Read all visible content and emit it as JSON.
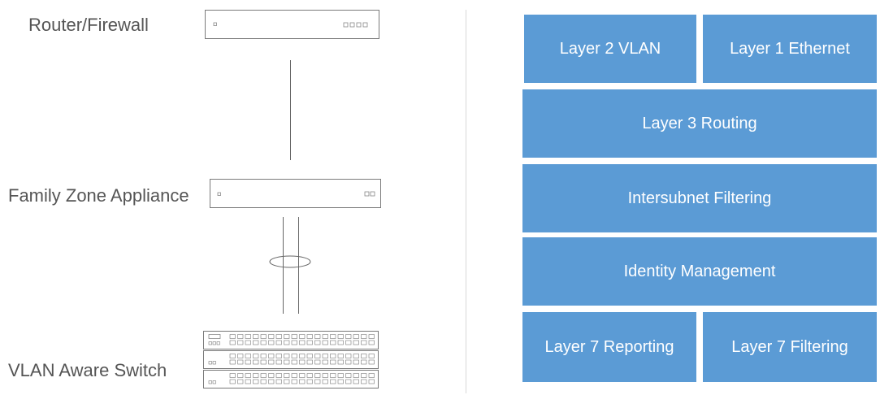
{
  "topology": {
    "router_label": "Router/Firewall",
    "appliance_label": "Family Zone Appliance",
    "switch_label": "VLAN Aware Switch"
  },
  "stack": {
    "block_color": "#5b9bd5",
    "text_color": "#ffffff",
    "layers": [
      "Layer 2 VLAN",
      "Layer 1 Ethernet",
      "Layer 3 Routing",
      "Intersubnet Filtering",
      "Identity Management",
      "Layer 7 Reporting",
      "Layer 7 Filtering"
    ]
  }
}
